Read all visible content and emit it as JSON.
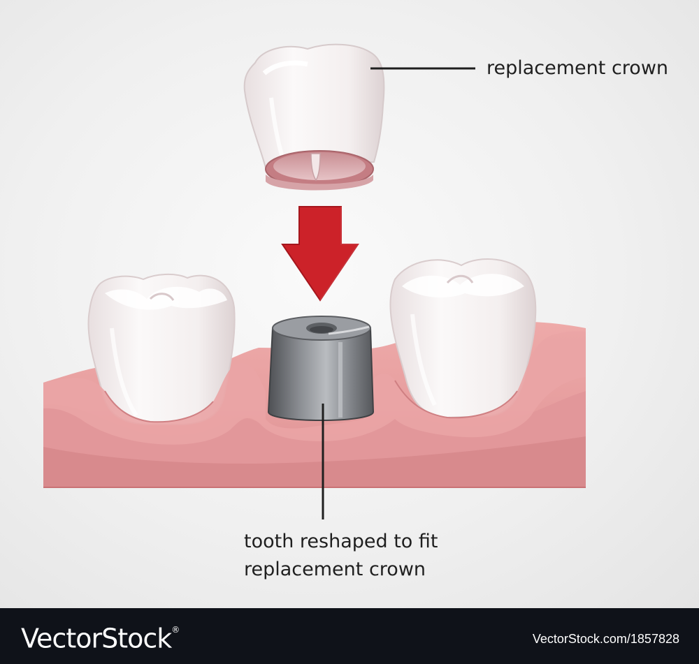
{
  "labels": {
    "crown": "replacement crown",
    "tooth_line1": "tooth reshaped to fit",
    "tooth_line2": "replacement crown"
  },
  "footer": {
    "brand": "VectorStock",
    "registered_mark": "®",
    "url": "VectorStock.com/1857828"
  },
  "colors": {
    "gum": "#e9a2a3",
    "gum_dark": "#d57f81",
    "tooth": "#f6f3f3",
    "tooth_shadow": "#e6dedf",
    "abutment": "#7d8085",
    "arrow": "#cc2229",
    "footer_bg": "#0f1219"
  }
}
